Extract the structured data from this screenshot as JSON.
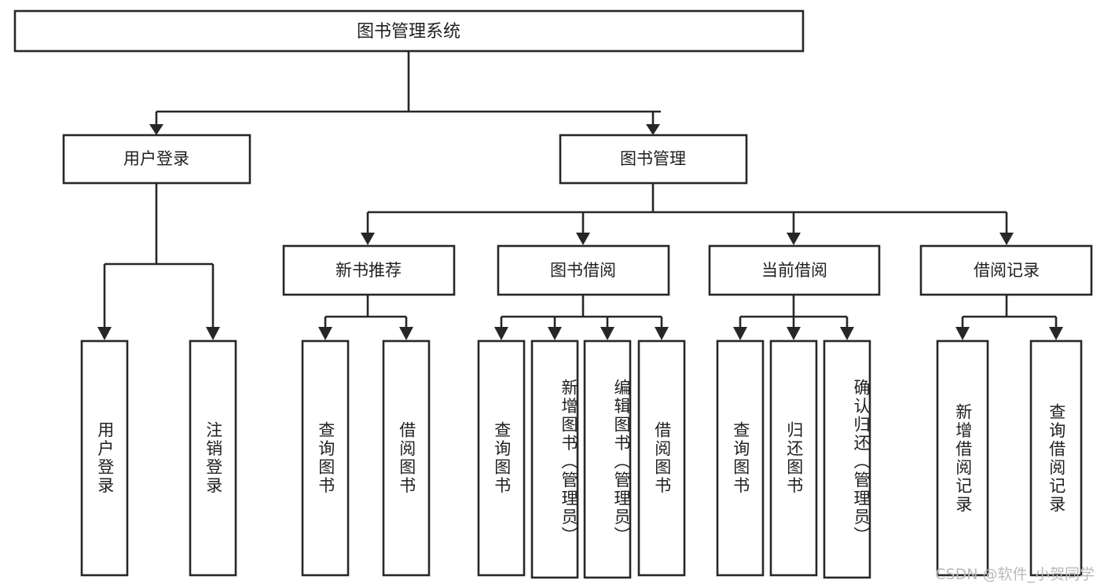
{
  "diagram": {
    "title": "图书管理系统",
    "type": "tree",
    "background_color": "#ffffff",
    "box_stroke_color": "#272727",
    "box_fill_color": "#ffffff",
    "text_color": "#1f1f1f",
    "levels": {
      "root": "图书管理系统",
      "level2": [
        "用户登录",
        "图书管理"
      ],
      "level3": [
        "新书推荐",
        "图书借阅",
        "当前借阅",
        "借阅记录"
      ]
    },
    "nodes": {
      "root": {
        "label": "图书管理系统"
      },
      "user_login": {
        "label": "用户登录"
      },
      "book_manage": {
        "label": "图书管理"
      },
      "new_book_rec": {
        "label": "新书推荐"
      },
      "book_borrow": {
        "label": "图书借阅"
      },
      "current_borrow": {
        "label": "当前借阅"
      },
      "borrow_record": {
        "label": "借阅记录"
      }
    },
    "leaves": {
      "user_login": [
        {
          "label": "用户登录"
        },
        {
          "label": "注销登录"
        }
      ],
      "new_book_rec": [
        {
          "label": "查询图书"
        },
        {
          "label": "借阅图书"
        }
      ],
      "book_borrow": [
        {
          "label": "查询图书"
        },
        {
          "label": "新增图书（管理员）"
        },
        {
          "label": "编辑图书（管理员）"
        },
        {
          "label": "借阅图书"
        }
      ],
      "current_borrow": [
        {
          "label": "查询图书"
        },
        {
          "label": "归还图书"
        },
        {
          "label": "确认归还（管理员）"
        }
      ],
      "borrow_record": [
        {
          "label": "新增借阅记录"
        },
        {
          "label": "查询借阅记录"
        }
      ]
    },
    "edges": [
      {
        "from": "图书管理系统",
        "to": "用户登录"
      },
      {
        "from": "图书管理系统",
        "to": "图书管理"
      },
      {
        "from": "图书管理",
        "to": "新书推荐"
      },
      {
        "from": "图书管理",
        "to": "图书借阅"
      },
      {
        "from": "图书管理",
        "to": "当前借阅"
      },
      {
        "from": "图书管理",
        "to": "借阅记录"
      },
      {
        "from": "用户登录",
        "to": "用户登录"
      },
      {
        "from": "用户登录",
        "to": "注销登录"
      },
      {
        "from": "新书推荐",
        "to": "查询图书"
      },
      {
        "from": "新书推荐",
        "to": "借阅图书"
      },
      {
        "from": "图书借阅",
        "to": "查询图书"
      },
      {
        "from": "图书借阅",
        "to": "新增图书（管理员）"
      },
      {
        "from": "图书借阅",
        "to": "编辑图书（管理员）"
      },
      {
        "from": "图书借阅",
        "to": "借阅图书"
      },
      {
        "from": "当前借阅",
        "to": "查询图书"
      },
      {
        "from": "当前借阅",
        "to": "归还图书"
      },
      {
        "from": "当前借阅",
        "to": "确认归还（管理员）"
      },
      {
        "from": "借阅记录",
        "to": "新增借阅记录"
      },
      {
        "from": "借阅记录",
        "to": "查询借阅记录"
      }
    ]
  },
  "watermark": {
    "text": "CSDN @软件_小贺同学"
  }
}
